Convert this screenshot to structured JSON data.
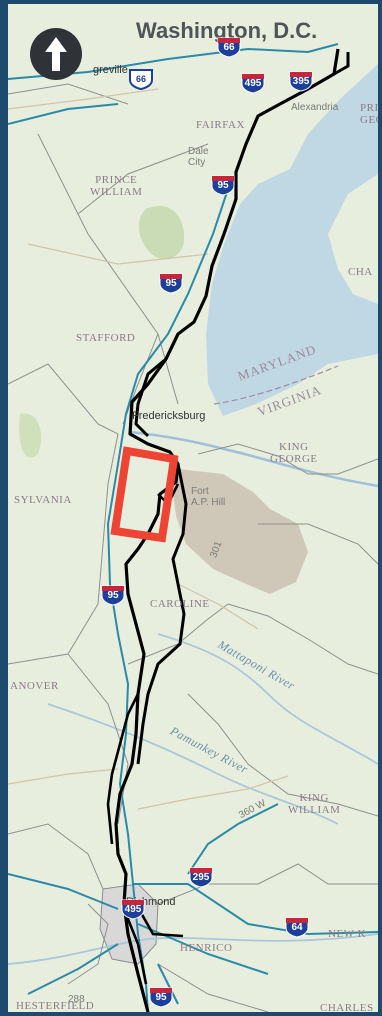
{
  "map": {
    "title": "Washington, D.C.",
    "place_labels": {
      "fairfax": "FAIRFAX",
      "prince_william": "PRINCE\nWILLIAM",
      "stafford": "STAFFORD",
      "maryland": "MARYLAND",
      "virginia": "VIRGINIA",
      "fredericksburg": "Fredericksburg",
      "king_george": "KING\nGEORGE",
      "spotsylvania": "SYLVANIA",
      "fort_ap_hill": "Fort\nA.P. Hill",
      "caroline": "CAROLINE",
      "hanover": "ANOVER",
      "mattaponi_river": "Mattaponi River",
      "pamunkey_river": "Pamunkey River",
      "king_william": "KING\nWILLIAM",
      "richmond": "Richmond",
      "henrico": "HENRICO",
      "new_kent": "NEW K",
      "chesterfield": "HESTERFIELD",
      "charles": "CHARLES",
      "alexandria": "Alexandria",
      "dale_city": "Dale\nCity",
      "prince_george_md": "PRI\nGEO",
      "charles_md": "CHA",
      "route_360": "360 W",
      "route_288": "288",
      "greenville": "greville"
    },
    "highway_shields": [
      {
        "number": "66",
        "type": "interstate"
      },
      {
        "number": "66",
        "type": "us"
      },
      {
        "number": "495",
        "type": "interstate"
      },
      {
        "number": "395",
        "type": "interstate"
      },
      {
        "number": "95",
        "type": "interstate"
      },
      {
        "number": "95",
        "type": "interstate"
      },
      {
        "number": "95",
        "type": "interstate"
      },
      {
        "number": "295",
        "type": "interstate"
      },
      {
        "number": "495",
        "type": "interstate"
      },
      {
        "number": "64",
        "type": "interstate"
      },
      {
        "number": "95",
        "type": "interstate"
      }
    ],
    "icons": {
      "north_arrow": "north-arrow-icon",
      "highlight": "study-area-box"
    },
    "colors": {
      "frame": "#1c4b6e",
      "land": "#e8eedd",
      "water": "#b9d3e4",
      "route": "#000000",
      "interstate_road": "#2a8aa8",
      "highlight_box": "#ee4433",
      "military_area": "#cfc8b8",
      "forest": "#c9dcb5"
    }
  }
}
